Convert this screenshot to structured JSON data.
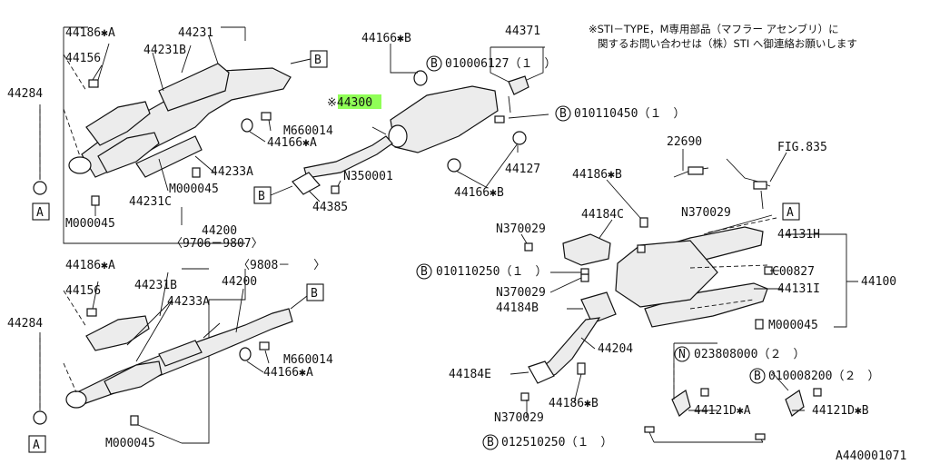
{
  "note": {
    "line1": "※STI－TYPE，M専用部品（マフラー アセンブリ）に",
    "line2": "関するお問い合わせは（株）STI へ御連絡お願いします"
  },
  "highlight_part": "※44300",
  "diagram_id": "A440001071",
  "circle_b": "B",
  "circle_n": "N",
  "labels": {
    "p44186a_top": "44186✱A",
    "p44231_top": "44231",
    "p44231b_top": "44231B",
    "p44156_top": "44156",
    "p44284_top": "44284",
    "p44233a_top": "44233A",
    "p44231c": "44231C",
    "m000045_top": "M000045",
    "m000045_left": "M000045",
    "p44200_top": "44200",
    "range_top": "〈9706－9807〉",
    "p44166b_top": "44166✱B",
    "b010006127": "010006127（１　）",
    "p44371": "44371",
    "b010110450": "010110450（１　）",
    "m660014_top": "M660014",
    "p44166a_top": "44166✱A",
    "p44127": "44127",
    "n350001": "N350001",
    "p44166b_mid": "44166✱B",
    "p44385": "44385",
    "p22690": "22690",
    "fig835": "FIG.835",
    "p44186b_right": "44186✱B",
    "p44184c": "44184C",
    "n370029_a": "N370029",
    "n370029_b": "N370029",
    "p44131h": "44131H",
    "b010110250": "010110250（１　）",
    "c00827": "C00827",
    "p44100": "44100",
    "n370029_c": "N370029",
    "p44131i": "44131I",
    "p44184b": "44184B",
    "m000045_right": "M000045",
    "p44204": "44204",
    "n023808000": "023808000（２　）",
    "b010008200": "010008200（２　）",
    "p44184e": "44184E",
    "p44186b_low": "44186✱B",
    "p44121da": "44121D✱A",
    "p44121db": "44121D✱B",
    "n370029_d": "N370029",
    "b012510250": "012510250（１　）",
    "p44186a_bot": "44186✱A",
    "range_bot": "〈9808－　　〉",
    "p44231b_bot": "44231B",
    "p44200_bot": "44200",
    "p44156_bot": "44156",
    "p44233a_bot": "44233A",
    "p44284_bot": "44284",
    "m660014_bot": "M660014",
    "p44166a_bot": "44166✱A",
    "m000045_bot": "M000045",
    "box_b_top": "B",
    "box_a_left_top": "A",
    "box_b_mid": "B",
    "box_a_right": "A",
    "box_b_bot": "B",
    "box_a_left_bot": "A"
  }
}
